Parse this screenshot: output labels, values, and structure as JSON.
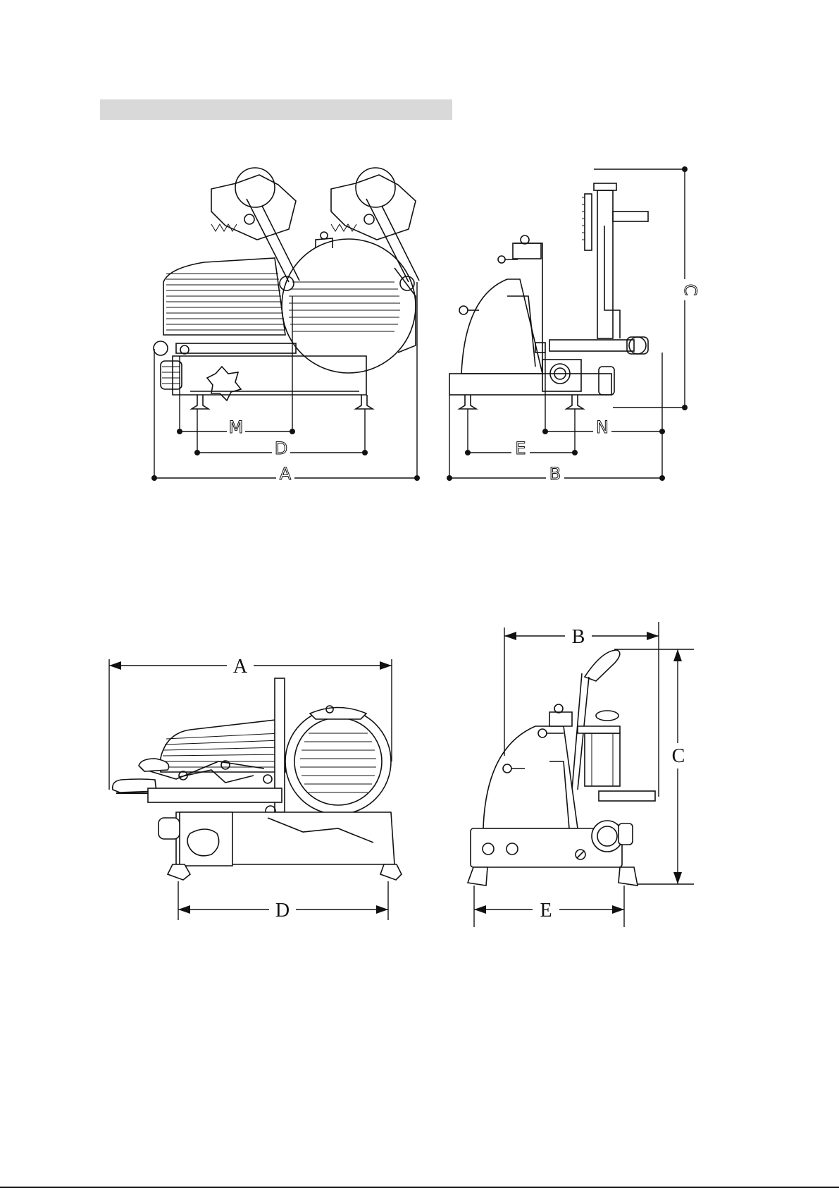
{
  "header": {
    "section_bar": ""
  },
  "drawings": [
    {
      "view": "front",
      "dimension_labels": [
        "M",
        "D",
        "A"
      ]
    },
    {
      "view": "side",
      "dimension_labels": [
        "C",
        "E",
        "N",
        "B"
      ]
    },
    {
      "view": "front",
      "dimension_labels": [
        "A",
        "D"
      ]
    },
    {
      "view": "side",
      "dimension_labels": [
        "B",
        "C",
        "E"
      ]
    }
  ],
  "labels": {
    "top_front_m": "M",
    "top_front_d": "D",
    "top_front_a": "A",
    "top_side_c": "C",
    "top_side_e": "E",
    "top_side_n": "N",
    "top_side_b": "B",
    "bottom_front_a": "A",
    "bottom_front_d": "D",
    "bottom_side_b": "B",
    "bottom_side_c": "C",
    "bottom_side_e": "E"
  }
}
